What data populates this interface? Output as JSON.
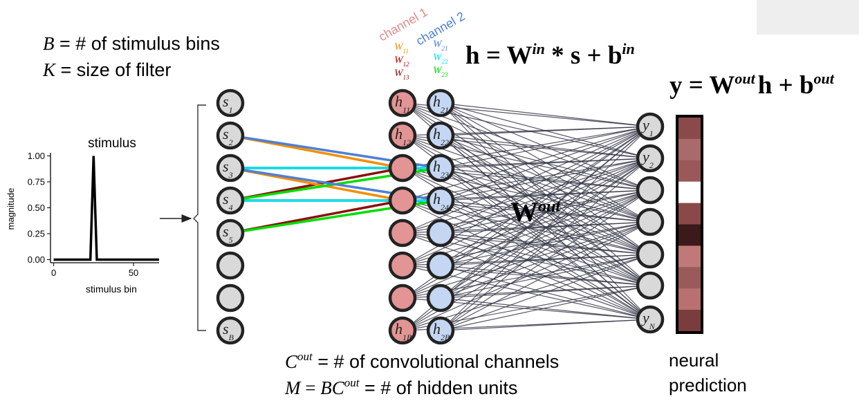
{
  "definitions": {
    "B": {
      "symbol": "B",
      "text": " = # of stimulus bins"
    },
    "K": {
      "symbol": "K",
      "text": " = size of filter"
    }
  },
  "stimulus_plot": {
    "title": "stimulus",
    "xlabel": "stimulus bin",
    "ylabel": "magnitude",
    "yticks": [
      "1.00",
      "0.75",
      "0.50",
      "0.25",
      "0.00"
    ],
    "xticks": [
      "0",
      "50"
    ]
  },
  "chart_data": {
    "type": "line",
    "title": "stimulus",
    "xlabel": "stimulus bin",
    "ylabel": "magnitude",
    "xlim": [
      -2,
      66
    ],
    "ylim": [
      -0.03,
      1.03
    ],
    "x": [
      0,
      22,
      23,
      24,
      25,
      26,
      27,
      28,
      66
    ],
    "y": [
      0,
      0,
      0,
      0.5,
      1.0,
      0.5,
      0,
      0,
      0
    ]
  },
  "input_nodes": {
    "letter": "s",
    "subs": [
      "1",
      "2",
      "3",
      "4",
      "5",
      "",
      "",
      "B"
    ]
  },
  "hidden_nodes": {
    "letter": "h",
    "ch1_subs": [
      "11",
      "12",
      "",
      "",
      "",
      "",
      "",
      "1B"
    ],
    "ch2_subs": [
      "21",
      "22",
      "23",
      "24",
      "",
      "",
      "",
      "2B"
    ],
    "ch1_color": "#e39494",
    "ch2_color": "#c4d6f2"
  },
  "output_nodes": {
    "letter": "y",
    "subs": [
      "1",
      "2",
      "",
      "",
      "",
      "",
      "N"
    ]
  },
  "channels": {
    "ch1_label": "channel 1",
    "ch2_label": "channel 2",
    "ch1_color": "#e38a8a",
    "ch2_color": "#4f7fd6"
  },
  "weights": {
    "ch1": [
      {
        "letter": "W",
        "sub": "11",
        "color": "#f28f00"
      },
      {
        "letter": "W",
        "sub": "12",
        "color": "#cc0000"
      },
      {
        "letter": "W",
        "sub": "13",
        "color": "#8b1010"
      }
    ],
    "ch2": [
      {
        "letter": "W",
        "sub": "21",
        "color": "#4f7fd6"
      },
      {
        "letter": "W",
        "sub": "22",
        "color": "#00e5ee"
      },
      {
        "letter": "W",
        "sub": "23",
        "color": "#00dd00"
      }
    ]
  },
  "equations": {
    "hidden": {
      "lhs": "h",
      "eq": " = ",
      "W": "W",
      "Wsup": "in",
      "op": " * s + ",
      "b": "b",
      "bsup": "in"
    },
    "output": {
      "lhs": "y",
      "eq": " = ",
      "W": "W",
      "Wsup": "out",
      "mid": "h + ",
      "b": "b",
      "bsup": "out"
    }
  },
  "wout_label": {
    "W": "W",
    "sup": "out"
  },
  "notes": {
    "cout": {
      "symbol": "C",
      "sup": "out",
      "text": " = # of convolutional channels"
    },
    "m": {
      "symbol": "M",
      "eq": " = ",
      "symbol2": "BC",
      "sup": "out",
      "text": " = # of hidden units"
    }
  },
  "prediction": {
    "label_line1": "neural",
    "label_line2": "prediction",
    "colors": [
      "#8b4a4a",
      "#a86a6a",
      "#9a5858",
      "#ffffff",
      "#8a4848",
      "#3a1a1a",
      "#c07878",
      "#9a5a5a",
      "#b87070",
      "#7a3c3c"
    ]
  },
  "colors": {
    "node_stroke": "#232323",
    "node_gray": "#d9d9d9",
    "net_line": "#3a3b4a",
    "black": "#000000"
  }
}
